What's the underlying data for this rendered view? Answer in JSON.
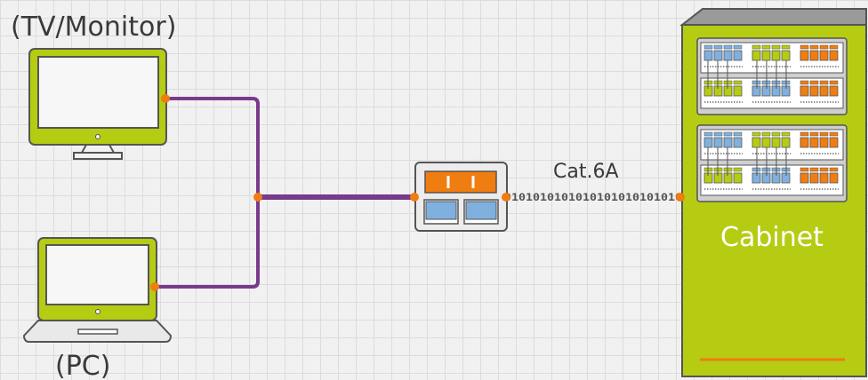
{
  "labels": {
    "monitor": "(TV/Monitor)",
    "pc": "(PC)",
    "cable": "Cat.6A",
    "cabinet": "Cabinet"
  },
  "cable_bits": "0101010101010101010101010",
  "colors": {
    "device_green": "#b5cc12",
    "wire_purple": "#7a3a8c",
    "connector_orange": "#f07d10",
    "port_blue": "#7fb0de",
    "outline": "#555555"
  },
  "icons": [
    "monitor-icon",
    "laptop-icon",
    "wall-outlet-icon",
    "cabinet-icon"
  ]
}
